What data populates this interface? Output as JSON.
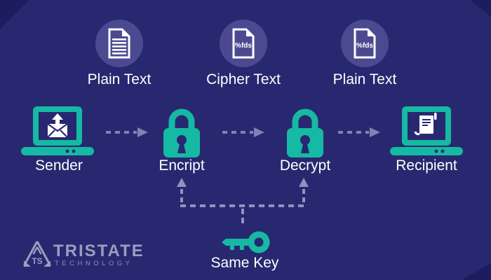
{
  "stages": {
    "top": [
      {
        "label": "Plain Text"
      },
      {
        "label": "Cipher Text",
        "doc_text": "%fds"
      },
      {
        "label": "Plain Text",
        "doc_text": "%fds"
      }
    ],
    "flow": [
      {
        "label": "Sender"
      },
      {
        "label": "Encript"
      },
      {
        "label": "Decrypt"
      },
      {
        "label": "Recipient"
      }
    ],
    "key_label": "Same Key"
  },
  "logo": {
    "brand": "TRISTATE",
    "subtitle": "TECHNOLOGY",
    "monogram": "TS"
  },
  "colors": {
    "background": "#282870",
    "accent_teal": "#16b9a3",
    "circle_fill": "#4b4a91",
    "arrow_dash": "#7f82b4",
    "connector_dash": "#9093bf",
    "corner_triangle": "#1c1c5e",
    "logo": "#9b9dc0",
    "text": "#ffffff"
  }
}
